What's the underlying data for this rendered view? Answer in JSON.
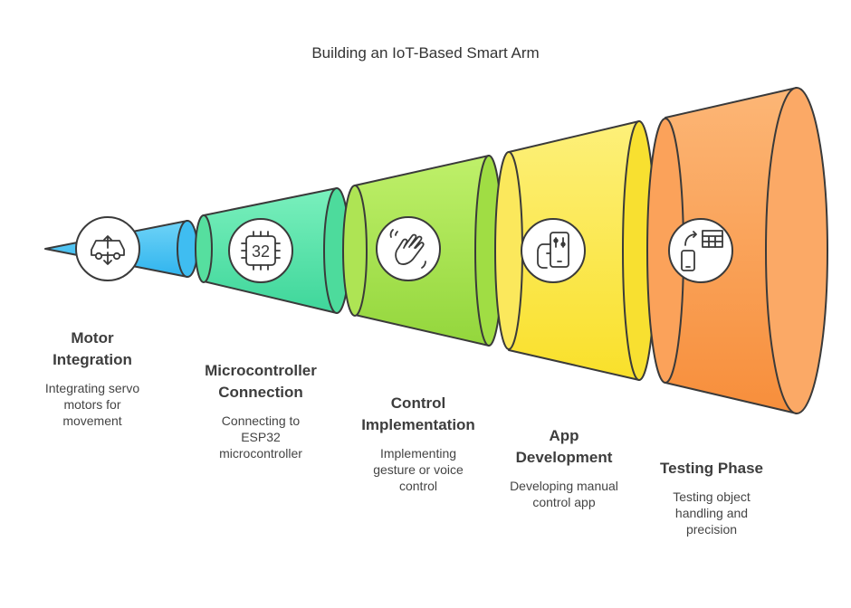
{
  "title": "Building an IoT-Based Smart Arm",
  "stages": [
    {
      "title": "Motor\nIntegration",
      "description": "Integrating servo\nmotors for\nmovement",
      "icon": "car-arrows-icon",
      "color": "#56c6f2"
    },
    {
      "title": "Microcontroller\nConnection",
      "description": "Connecting to\nESP32\nmicrocontroller",
      "icon": "chip-32-icon",
      "icon_text": "32",
      "color": "#55e3a6"
    },
    {
      "title": "Control\nImplementation",
      "description": "Implementing\ngesture or voice\ncontrol",
      "icon": "waving-hand-icon",
      "color": "#a6e24c"
    },
    {
      "title": "App\nDevelopment",
      "description": "Developing manual\ncontrol app",
      "icon": "hand-phone-sliders-icon",
      "color": "#fbe748"
    },
    {
      "title": "Testing Phase",
      "description": "Testing object\nhandling and\nprecision",
      "icon": "phone-table-sync-icon",
      "color": "#fa9b4d"
    }
  ]
}
